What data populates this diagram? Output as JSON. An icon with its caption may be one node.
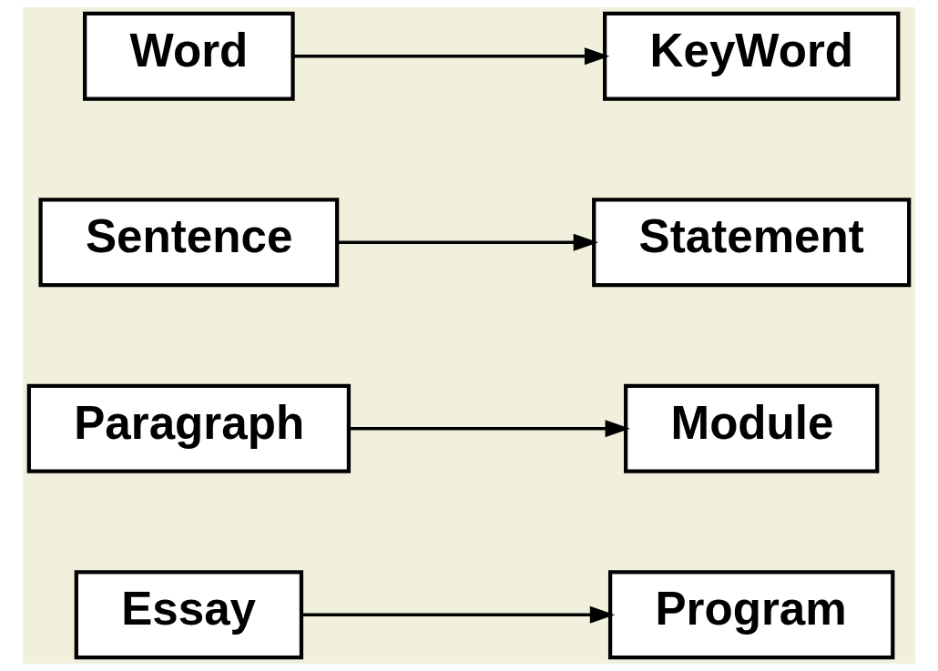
{
  "diagram": {
    "nodes": [
      {
        "text": [
          "Word"
        ]
      },
      {
        "text": [
          "KeyWord"
        ]
      },
      {
        "text": [
          "Sentence"
        ]
      },
      {
        "text": [
          "Statement"
        ]
      },
      {
        "text": [
          "Paragraph"
        ]
      },
      {
        "text": [
          "Module"
        ]
      },
      {
        "text": [
          "Essay"
        ]
      },
      {
        "text": [
          "Program"
        ]
      }
    ],
    "edges": [
      {
        "from": 0,
        "to": 1,
        "arrow": "to"
      },
      {
        "from": 2,
        "to": 3,
        "arrow": "to"
      },
      {
        "from": 4,
        "to": 5,
        "arrow": "to"
      },
      {
        "from": 6,
        "to": 7,
        "arrow": "to"
      }
    ]
  }
}
